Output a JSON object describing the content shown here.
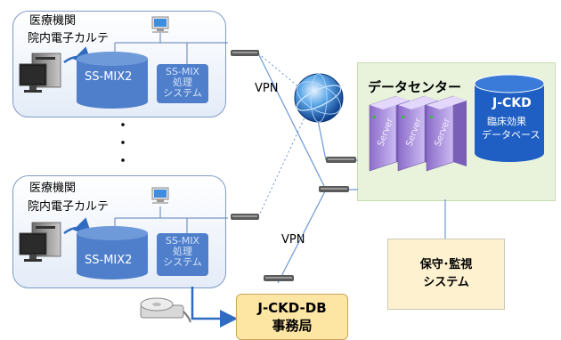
{
  "institution_top": {
    "title": "医療機関",
    "subtitle": "院内電子カルテ",
    "db_label": "SS-MIX2",
    "proc_line1": "SS-MIX",
    "proc_line2": "処理",
    "proc_line3": "システム"
  },
  "institution_bottom": {
    "title": "医療機関",
    "subtitle": "院内電子カルテ",
    "db_label": "SS-MIX2",
    "proc_line1": "SS-MIX",
    "proc_line2": "処理",
    "proc_line3": "システム"
  },
  "vpn_top": "VPN",
  "vpn_bottom": "VPN",
  "data_center": {
    "title": "データセンター",
    "db_title": "J-CKD",
    "db_line1": "臨床効果",
    "db_line2": "データベース",
    "server_label": "Server"
  },
  "maintenance": {
    "line1": "保守･監視",
    "line2": "システム"
  },
  "office": {
    "line1": "J-CKD-DB",
    "line2": "事務局"
  },
  "colors": {
    "institution_border": "#7f9ac4",
    "database": "#4f7fcb",
    "data_center_bg": "#e9f3dc",
    "maintenance_bg": "#fdf1cf",
    "office_bg": "#fde6a4",
    "server": "#b9a0e0",
    "arrow": "#2f6bc0"
  },
  "icons": [
    "desktop-computer-icon",
    "network-pc-icon",
    "globe-icon",
    "router-icon",
    "server-icon",
    "cd-drive-icon"
  ]
}
